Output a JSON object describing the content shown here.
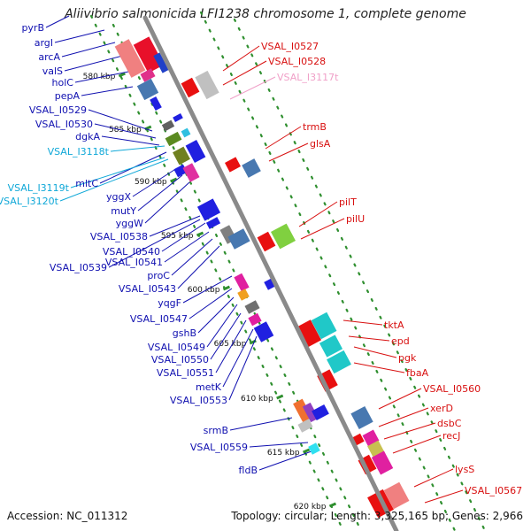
{
  "title": "Aliivibrio salmonicida LFI1238 chromosome 1, complete genome",
  "accession_text": "Accession: NC_011312",
  "topology_text": "Topology: circular; Length: 3,325,165 bp; Genes: 2,966",
  "colors": {
    "backbone": "#8a8a8a",
    "dots": "#2f8f2f",
    "left_label": "#1010b0",
    "left_label_trna": "#10a8d8",
    "right_label": "#d81010",
    "right_label_trna": "#f0a0c8"
  },
  "kbp_ticks": [
    "580 kbp",
    "585 kbp",
    "590 kbp",
    "595 kbp",
    "600 kbp",
    "605 kbp",
    "610 kbp",
    "615 kbp",
    "620 kbp"
  ],
  "left_labels": [
    "pyrB",
    "argI",
    "arcA",
    "valS",
    "holC",
    "pepA",
    "VSAL_I0529",
    "VSAL_I0530",
    "dgkA",
    "VSAL_I3118t",
    "mltC",
    "VSAL_I3119t",
    "VSAL_I3120t",
    "yggX",
    "mutY",
    "yggW",
    "VSAL_I0538",
    "VSAL_I0540",
    "VSAL_I0539",
    "VSAL_I0541",
    "proC",
    "VSAL_I0543",
    "yqgF",
    "VSAL_I0547",
    "gshB",
    "VSAL_I0549",
    "VSAL_I0550",
    "VSAL_I0551",
    "metK",
    "VSAL_I0553",
    "srmB",
    "VSAL_I0559",
    "fldB"
  ],
  "right_labels": [
    "VSAL_I0527",
    "VSAL_I0528",
    "VSAL_I3117t",
    "trmB",
    "glsA",
    "pilT",
    "pilU",
    "tktA",
    "epd",
    "pgk",
    "fbaA",
    "VSAL_I0560",
    "xerD",
    "dsbC",
    "recJ",
    "lysS",
    "VSAL_I0567"
  ]
}
